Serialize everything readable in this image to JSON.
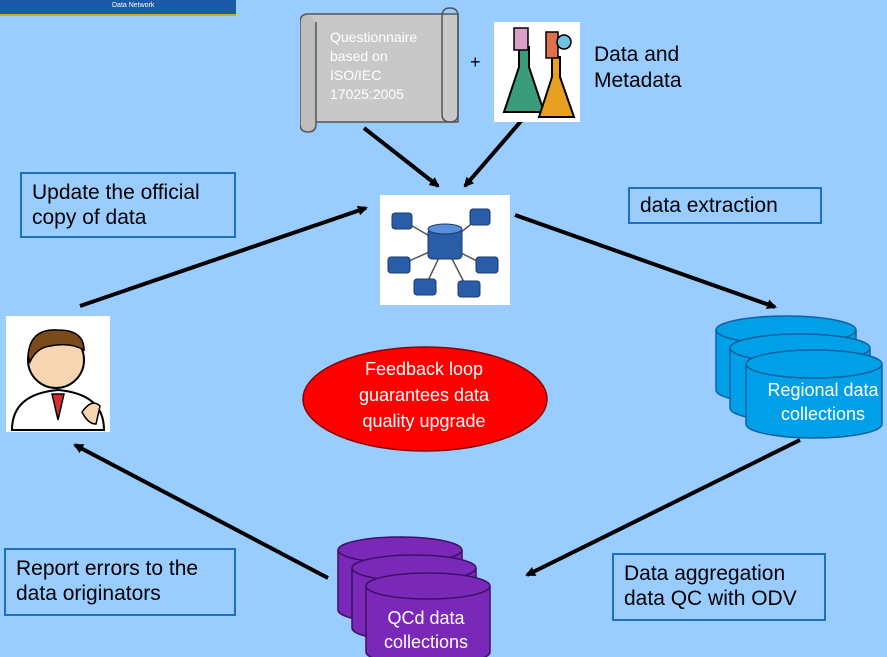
{
  "header": {
    "logo_text": "Data Network"
  },
  "inputs": {
    "questionnaire": [
      "Questionnaire",
      "based on",
      "ISO/IEC",
      "17025:2005"
    ],
    "plus": "+",
    "data_metadata": [
      "Data and",
      "Metadata"
    ]
  },
  "steps": {
    "update": [
      "Update the official",
      "copy of data"
    ],
    "extraction": "data extraction",
    "report": [
      "Report errors to the",
      "data originators"
    ],
    "aggregation": [
      "Data aggregation",
      "data QC with ODV"
    ]
  },
  "center": {
    "feedback": [
      "Feedback loop",
      "guarantees data",
      "quality upgrade"
    ]
  },
  "collections": {
    "regional": [
      "Regional data",
      "collections"
    ],
    "qcd": [
      "QCd data",
      "collections"
    ]
  },
  "colors": {
    "background": "#99ccff",
    "box_border": "#1f6fbf",
    "ellipse": "#ff0000",
    "regional_cylinder": "#00a0e8",
    "qcd_cylinder": "#7a28b8",
    "arrow": "#000000"
  },
  "icons": {
    "scroll": "scroll-document-icon",
    "lab": "laboratory-flask-icon",
    "database": "database-network-icon",
    "person": "person-avatar-icon"
  }
}
